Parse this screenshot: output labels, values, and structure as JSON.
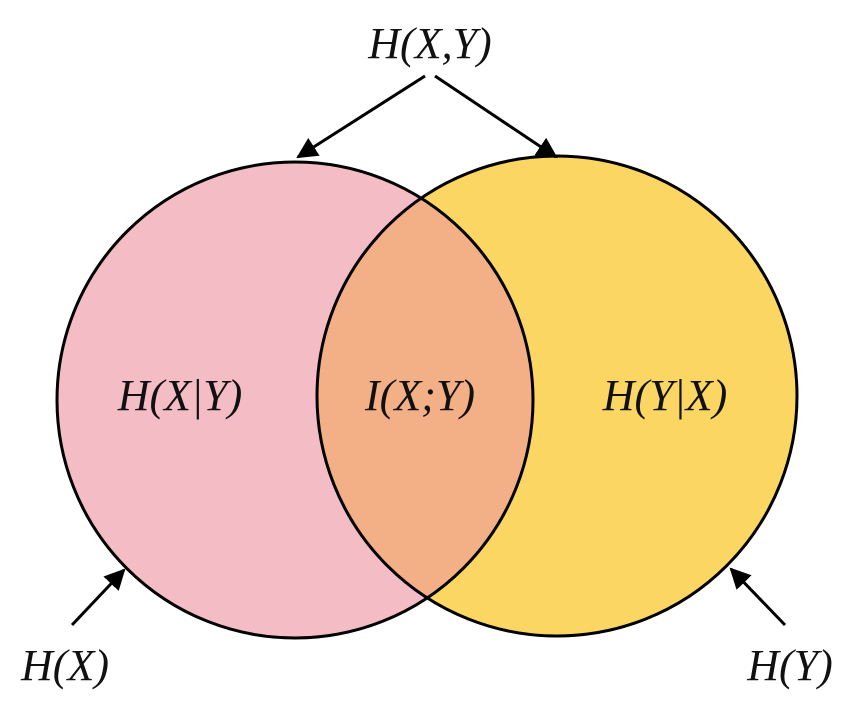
{
  "labels": {
    "joint": "H(X,Y)",
    "cond_x_given_y": "H(X|Y)",
    "mutual": "I(X;Y)",
    "cond_y_given_x": "H(Y|X)",
    "hx": "H(X)",
    "hy": "H(Y)"
  },
  "colors": {
    "left": "#F4BDC6",
    "right": "#FCD662",
    "overlap": "#F3AF85",
    "stroke": "#000000"
  }
}
